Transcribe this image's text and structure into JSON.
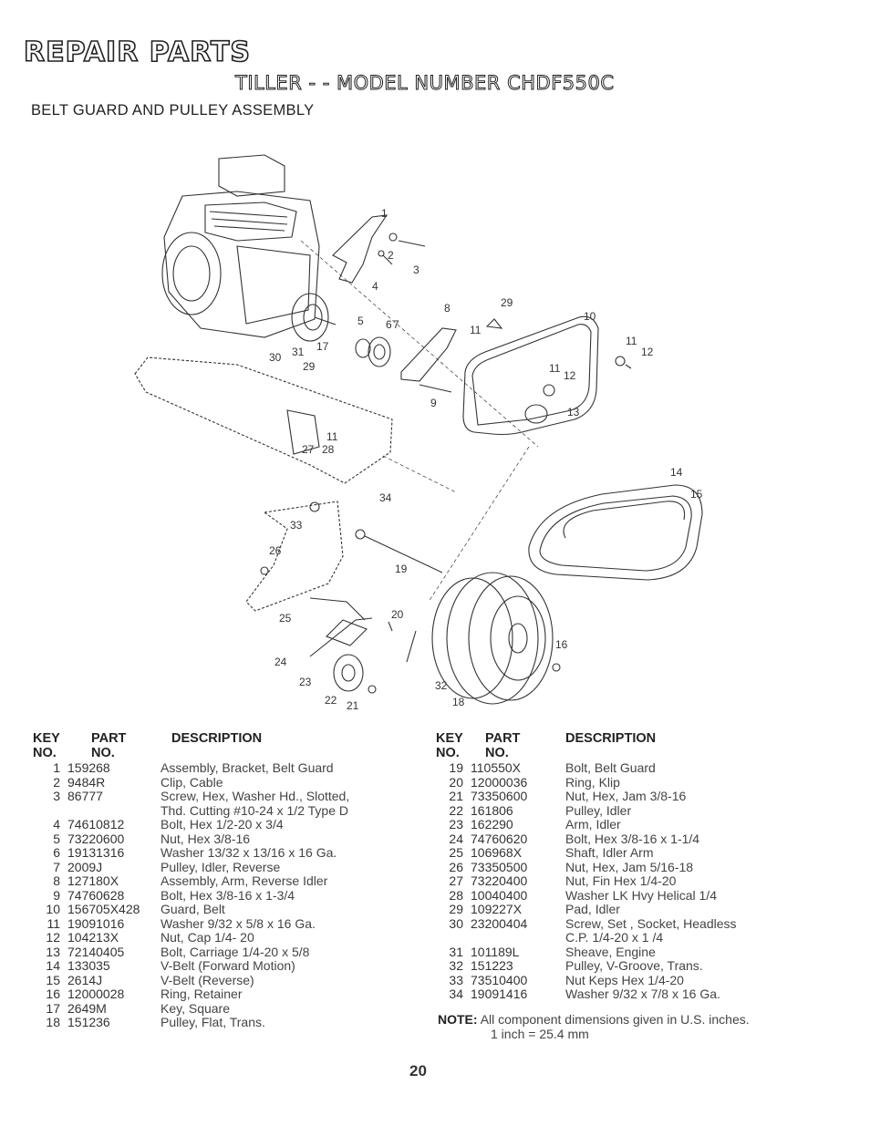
{
  "header": {
    "title": "REPAIR PARTS",
    "subtitle": "TILLER - - MODEL NUMBER CHDF550C",
    "section": "BELT GUARD AND PULLEY ASSEMBLY"
  },
  "diagram_labels": [
    "1",
    "2",
    "3",
    "4",
    "5",
    "6",
    "7",
    "8",
    "29",
    "10",
    "11",
    "11",
    "12",
    "11",
    "12",
    "13",
    "30",
    "31",
    "17",
    "29",
    "9",
    "11",
    "27",
    "28",
    "14",
    "15",
    "34",
    "33",
    "26",
    "19",
    "20",
    "25",
    "24",
    "23",
    "22",
    "21",
    "16",
    "32",
    "18"
  ],
  "table_headers": {
    "key": "KEY",
    "no": "NO.",
    "part": "PART",
    "part_no": "NO.",
    "description": "DESCRIPTION"
  },
  "parts_left": [
    {
      "key": "1",
      "part": "159268",
      "desc": "Assembly, Bracket, Belt Guard"
    },
    {
      "key": "2",
      "part": "9484R",
      "desc": "Clip, Cable"
    },
    {
      "key": "3",
      "part": "86777",
      "desc": "Screw, Hex, Washer Hd., Slotted,\nThd. Cutting  #10-24 x 1/2 Type D"
    },
    {
      "key": "4",
      "part": "74610812",
      "desc": "Bolt, Hex  1/2-20 x 3/4"
    },
    {
      "key": "5",
      "part": "73220600",
      "desc": "Nut, Hex  3/8-16"
    },
    {
      "key": "6",
      "part": "19131316",
      "desc": "Washer  13/32 x 13/16 x 16 Ga."
    },
    {
      "key": "7",
      "part": "2009J",
      "desc": "Pulley, Idler, Reverse"
    },
    {
      "key": "8",
      "part": "127180X",
      "desc": "Assembly, Arm, Reverse Idler"
    },
    {
      "key": "9",
      "part": "74760628",
      "desc": "Bolt, Hex  3/8-16 x 1-3/4"
    },
    {
      "key": "10",
      "part": "156705X428",
      "desc": "Guard, Belt"
    },
    {
      "key": "11",
      "part": "19091016",
      "desc": "Washer 9/32 x 5/8 x 16 Ga."
    },
    {
      "key": "12",
      "part": "104213X",
      "desc": "Nut, Cap  1/4- 20"
    },
    {
      "key": "13",
      "part": "72140405",
      "desc": "Bolt, Carriage  1/4-20 x 5/8"
    },
    {
      "key": "14",
      "part": "133035",
      "desc": "V-Belt (Forward Motion)"
    },
    {
      "key": "15",
      "part": "2614J",
      "desc": "V-Belt (Reverse)"
    },
    {
      "key": "16",
      "part": "12000028",
      "desc": "Ring, Retainer"
    },
    {
      "key": "17",
      "part": "2649M",
      "desc": "Key, Square"
    },
    {
      "key": "18",
      "part": "151236",
      "desc": "Pulley, Flat, Trans."
    }
  ],
  "parts_right": [
    {
      "key": "19",
      "part": "110550X",
      "desc": "Bolt, Belt Guard"
    },
    {
      "key": "20",
      "part": "12000036",
      "desc": "Ring, Klip"
    },
    {
      "key": "21",
      "part": "73350600",
      "desc": "Nut, Hex, Jam  3/8-16"
    },
    {
      "key": "22",
      "part": "161806",
      "desc": "Pulley, Idler"
    },
    {
      "key": "23",
      "part": "162290",
      "desc": "Arm, Idler"
    },
    {
      "key": "24",
      "part": "74760620",
      "desc": "Bolt, Hex   3/8-16 x  1-1/4"
    },
    {
      "key": "25",
      "part": "106968X",
      "desc": "Shaft, Idler Arm"
    },
    {
      "key": "26",
      "part": "73350500",
      "desc": "Nut, Hex, Jam  5/16-18"
    },
    {
      "key": "27",
      "part": "73220400",
      "desc": "Nut, Fin Hex 1/4-20"
    },
    {
      "key": "28",
      "part": "10040400",
      "desc": "Washer LK Hvy Helical 1/4"
    },
    {
      "key": "29",
      "part": "109227X",
      "desc": "Pad, Idler"
    },
    {
      "key": "30",
      "part": "23200404",
      "desc": "Screw, Set , Socket, Headless\nC.P.  1/4-20 x 1 /4"
    },
    {
      "key": "31",
      "part": "101189L",
      "desc": "Sheave, Engine"
    },
    {
      "key": "32",
      "part": "151223",
      "desc": "Pulley, V-Groove, Trans."
    },
    {
      "key": "33",
      "part": "73510400",
      "desc": "Nut Keps Hex 1/4-20"
    },
    {
      "key": "34",
      "part": "19091416",
      "desc": "Washer 9/32 x 7/8 x 16 Ga."
    }
  ],
  "note": {
    "label": "NOTE:",
    "line1": "All component dimensions given in U.S. inches.",
    "line2": "1 inch = 25.4 mm"
  },
  "page_number": "20"
}
